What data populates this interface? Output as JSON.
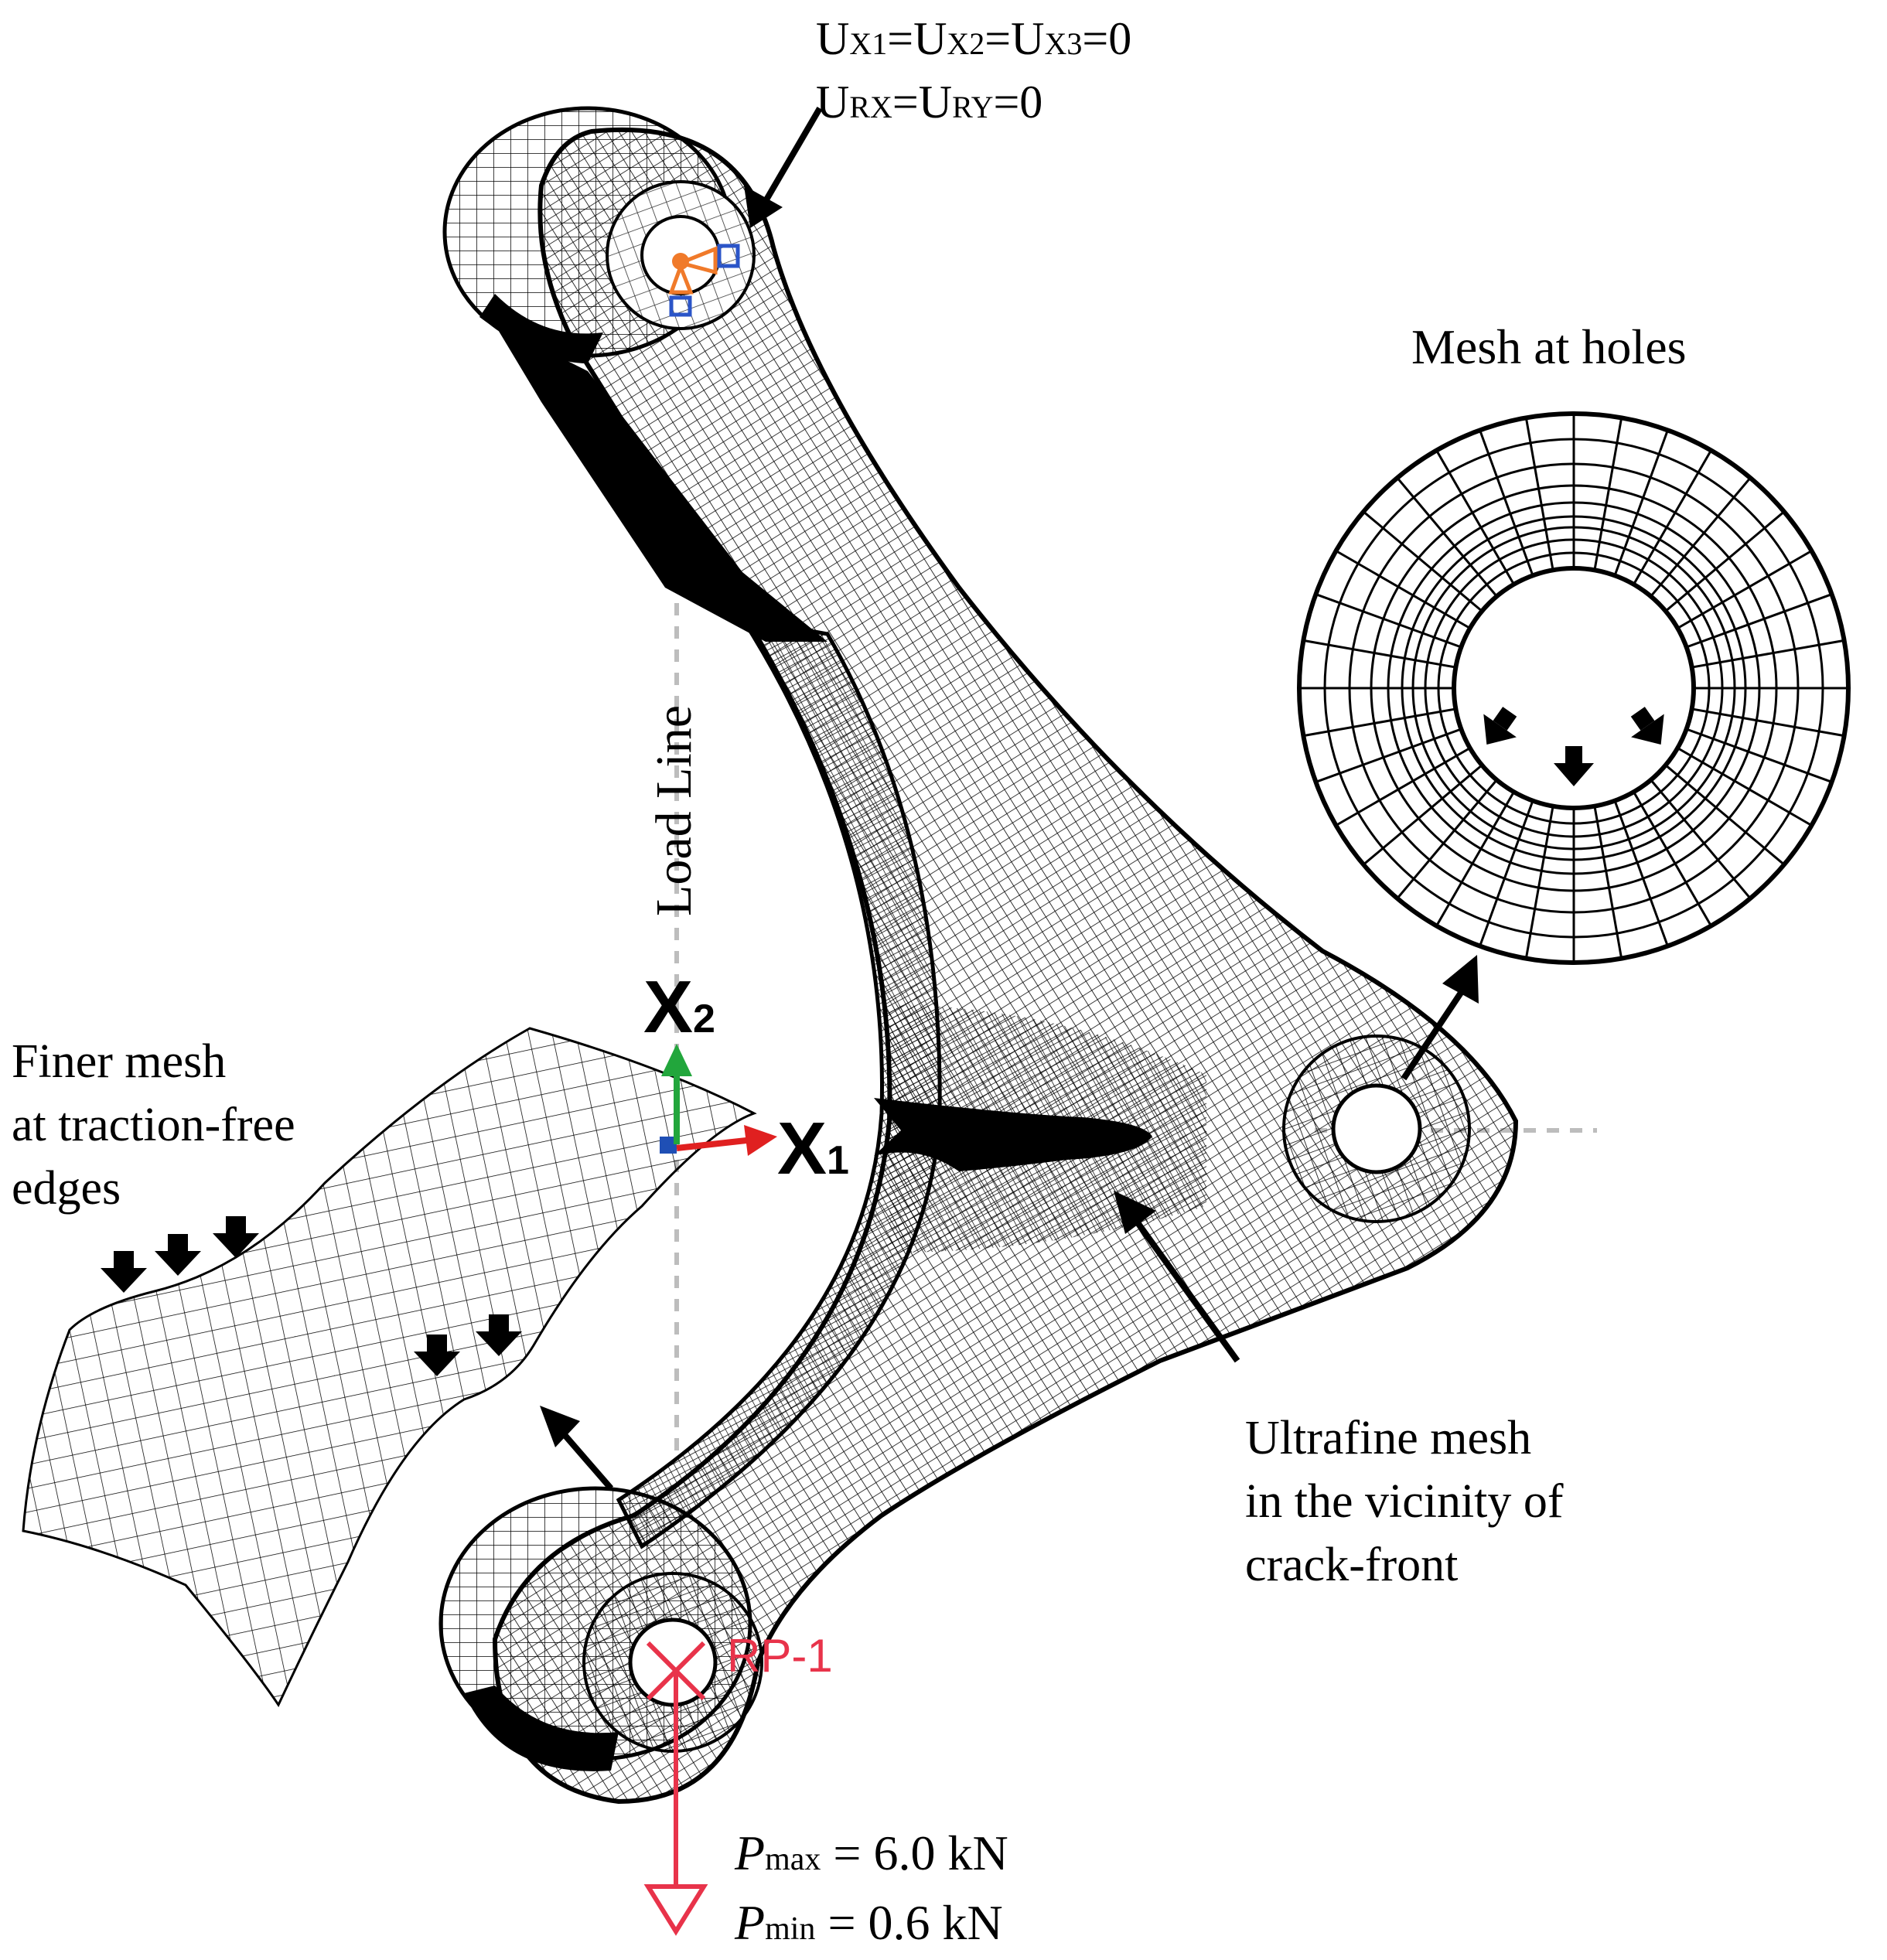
{
  "constraint": {
    "line1": {
      "u1": "U",
      "s1": "X1",
      "m1": "=U",
      "s2": "X2",
      "m2": "=U",
      "s3": "X3",
      "end": "=0"
    },
    "line2": {
      "u1": "U",
      "s1": "RX",
      "m1": "=U",
      "s2": "RY",
      "end": "=0"
    }
  },
  "mesh_holes": {
    "title": "Mesh at holes"
  },
  "load_line": {
    "label": "Load Line"
  },
  "axes": {
    "x2": {
      "main": "X",
      "sub": "2"
    },
    "x1": {
      "main": "X",
      "sub": "1"
    }
  },
  "finer_mesh": {
    "line1": "Finer mesh",
    "line2": "at traction-free",
    "line3": "edges"
  },
  "ultrafine": {
    "line1": "Ultrafine mesh",
    "line2": "in the vicinity of",
    "line3": "crack-front"
  },
  "reference_point": {
    "label": "RP-1"
  },
  "loads": {
    "pmax": {
      "sym": "P",
      "sub": "max",
      "value": " = 6.0 kN"
    },
    "pmin": {
      "sym": "P",
      "sub": "min",
      "value": " = 0.6 kN"
    }
  },
  "colors": {
    "mesh": "#000000",
    "load_arrow": "#e8334a",
    "x2_axis": "#22a63c",
    "x1_axis": "#e02020",
    "origin": "#1f4fb5",
    "bc_symbol": "#f07a2a",
    "bc_square": "#2b55c8",
    "guide": "#bdbdbd"
  }
}
